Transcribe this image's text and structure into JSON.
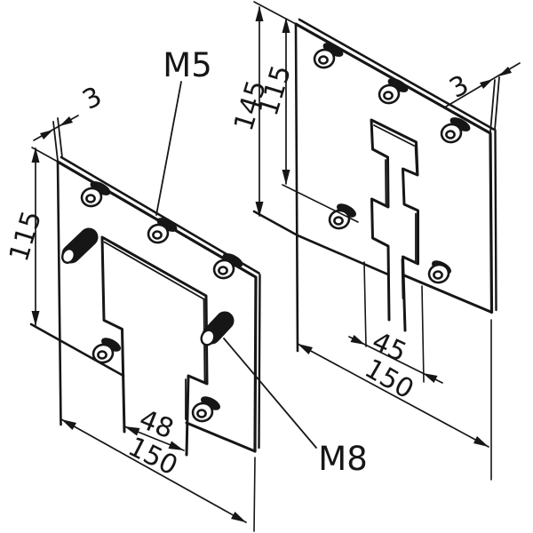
{
  "drawing": {
    "labels": {
      "screw_small": "M5",
      "screw_large": "M8"
    },
    "left_plate": {
      "thickness": "3",
      "height": "115",
      "notch_width": "48",
      "width": "150"
    },
    "right_plate": {
      "thickness": "3",
      "outer_height": "145",
      "inner_height": "115",
      "notch_width": "45",
      "width": "150"
    },
    "line_color": "#161616",
    "background": "#ffffff"
  }
}
